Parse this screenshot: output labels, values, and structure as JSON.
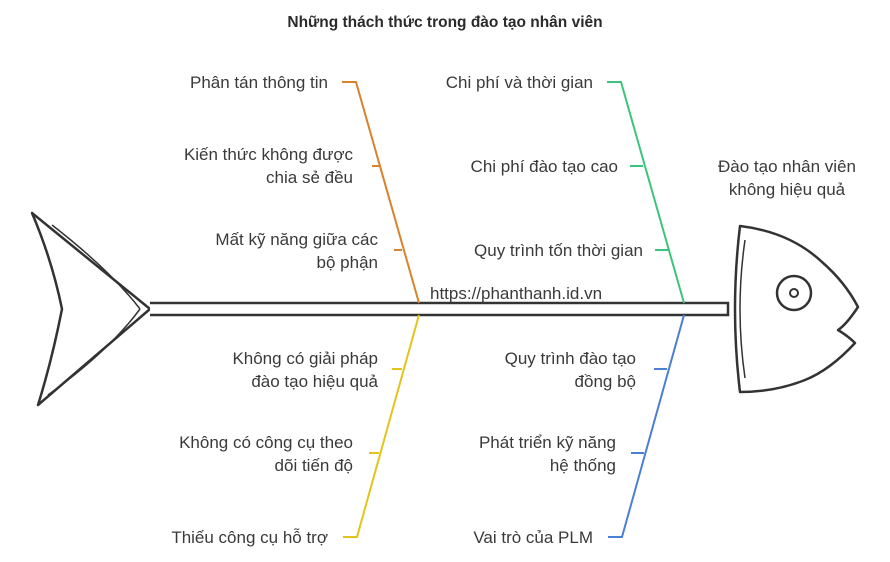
{
  "title": "Những thách thức trong đào tạo nhân viên",
  "effect": "Đào tạo nhân viên\nkhông hiệu quả",
  "watermark": "https://phanthanh.id.vn",
  "colors": {
    "bone": "#333333",
    "orange": "#d9822b",
    "green": "#3cc47c",
    "yellow": "#e3c41b",
    "blue": "#4a7fd4"
  },
  "categories": {
    "top_left": [
      "Phân tán thông tin",
      "Kiến thức không được\nchia sẻ đều",
      "Mất kỹ năng giữa các\nbộ phận"
    ],
    "top_right": [
      "Chi phí và thời gian",
      "Chi phí đào tạo cao",
      "Quy trình tốn thời gian"
    ],
    "bottom_left": [
      "Không có giải pháp\nđào tạo hiệu quả",
      "Không có công cụ theo\ndõi tiến độ",
      "Thiếu công cụ hỗ trợ"
    ],
    "bottom_right": [
      "Quy trình đào tạo\nđồng bộ",
      "Phát triển kỹ năng\nhệ thống",
      "Vai trò của PLM"
    ]
  }
}
